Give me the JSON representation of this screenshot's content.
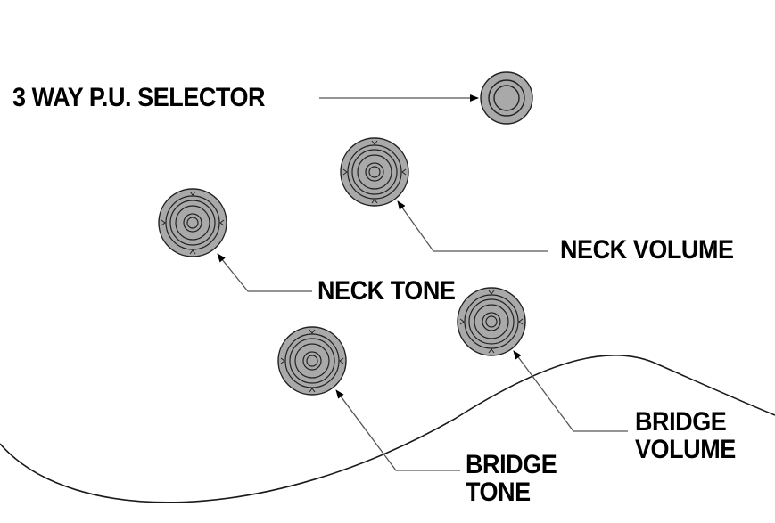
{
  "labels": {
    "selector": "3 WAY P.U. SELECTOR",
    "neck_volume": "NECK VOLUME",
    "neck_tone": "NECK TONE",
    "bridge_volume_line1": "BRIDGE",
    "bridge_volume_line2": "VOLUME",
    "bridge_tone_line1": "BRIDGE",
    "bridge_tone_line2": "TONE"
  },
  "colors": {
    "knob_fill": "#a9a9a9",
    "outline": "#1a1a1a",
    "leader_line": "#555555",
    "background": "#ffffff"
  }
}
